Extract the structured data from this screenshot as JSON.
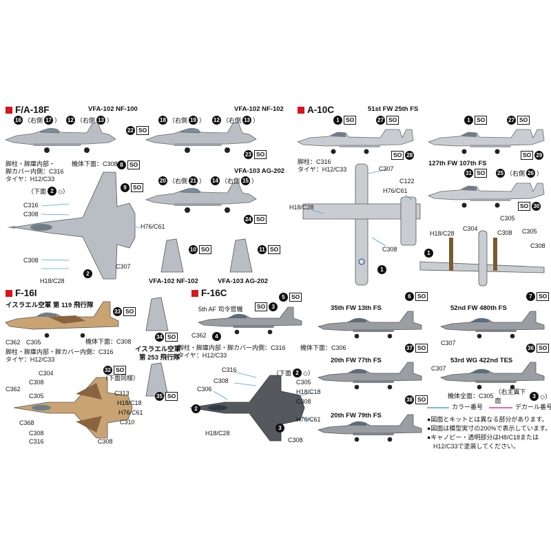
{
  "sections": {
    "f18": "F/A-18F",
    "a10": "A-10C",
    "f16i": "F-16I",
    "f16c": "F-16C"
  },
  "units": {
    "vfa102_nf100": "VFA-102 NF-100",
    "vfa102_nf102": "VFA-102 NF-102",
    "vfa103_ag202": "VFA-103 AG-202",
    "vfa102_nf102_b": "VFA-102 NF-102",
    "vfa103_ag202_b": "VFA-103 AG-202",
    "fw51_fs25": "51st FW 25th FS",
    "fw127_fs107": "127th FW 107th FS",
    "iaf119": "イスラエル空軍 第 119 飛行隊",
    "iaf253_a": "イスラエル空軍",
    "iaf253_b": "第 253 飛行隊",
    "af5": "5th AF 司令官機",
    "fw35_fs13": "35th FW 13th FS",
    "fw52_fs480": "52nd FW 480th FS",
    "fw20_fs77": "20th FW 77th FS",
    "wg53_tes422": "53rd WG 422nd TES",
    "fw20_fs79": "20th FW 79th FS"
  },
  "so": "SO",
  "badges": {
    "b16": "16",
    "b17": "17",
    "b12": "12",
    "b13": "13",
    "b22": "22",
    "b8": "8",
    "b18": "18",
    "b19": "19",
    "b23": "23",
    "b20": "20",
    "b21": "21",
    "b14": "14",
    "b15": "15",
    "b24": "24",
    "b9": "9",
    "b2": "2",
    "b10": "10",
    "b11": "11",
    "b1": "1",
    "b27": "27",
    "b28": "28",
    "b29": "29",
    "b31": "31",
    "b25": "25",
    "b26": "26",
    "b30": "30",
    "b33": "33",
    "b34": "34",
    "b35": "35",
    "b32": "32",
    "b5": "5",
    "b3": "3",
    "b4": "4",
    "b6": "6",
    "b7": "7",
    "b37": "37",
    "b36": "36",
    "b38": "38"
  },
  "side_right": "（右側",
  "side_close": "）",
  "under_prefix": "（下面",
  "under_suffix": "◇）",
  "under_same": "（下面同様）",
  "under_main_wing": "（右主翼下面",
  "labels": {
    "c316": "C316",
    "c308": "C308",
    "c307": "C307",
    "h18c28": "H18/C28",
    "h76c61": "H76/C61",
    "c122": "C122",
    "c304": "C304",
    "c305": "C305",
    "c362": "C362",
    "c313": "C313",
    "h18c18": "H18/C18",
    "c310": "C310",
    "c368": "C368",
    "c306": "C306"
  },
  "f18_notes": {
    "gear": "脚柱・脚庫内部・",
    "gear2": "脚カバー内側：C316",
    "tire": "タイヤ：H12/C33",
    "underside": "機体下面：C308"
  },
  "a10_notes": {
    "gear": "脚柱：C316",
    "tire": "タイヤ：H12/C33"
  },
  "f16i_notes": {
    "underside": "機体下面：C308",
    "gear": "脚柱・脚庫内部・脚カバー内側：C316",
    "tire": "タイヤ：H12/C33"
  },
  "f16c_notes": {
    "gear": "脚柱・脚庫内部・脚カバー内側：C316",
    "underside": "機体下面：C306",
    "tire": "タイヤ：H12/C33",
    "overall": "機体全面：C305"
  },
  "legend": {
    "color_no": "カラー番号",
    "decal_no": "デカール番号"
  },
  "notes": [
    "●図面とキットとは異なる部分があります。",
    "●図面は模型実寸の200%で表示しています。",
    "●キャノピー・透明部分はH8/C18または",
    "　H12/C33で塗装してください。"
  ],
  "colors": {
    "accent_red": "#d9141b",
    "navy_gray": "#b9bec4",
    "a10_gray": "#c9ccd0",
    "f16_gray": "#9a9da2",
    "dark_gray": "#55595e",
    "desert_tan": "#c9a472",
    "desert_brown": "#8a6440",
    "leader_blue": "#4aa0d8",
    "leader_pink": "#d4398c"
  }
}
